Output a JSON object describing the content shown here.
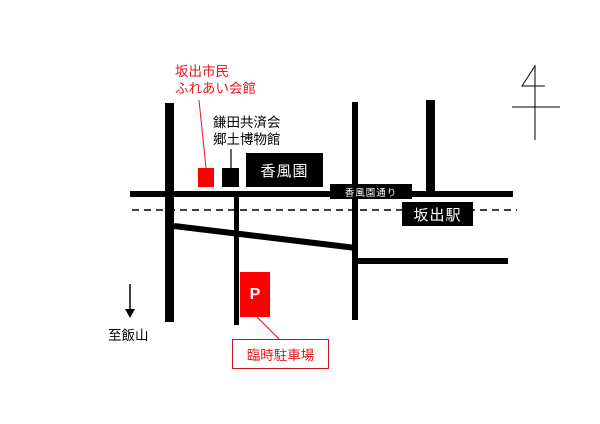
{
  "map": {
    "colors": {
      "road": "#000000",
      "highlight": "#ff0000",
      "background": "#ffffff",
      "label_red": "#e8141a"
    },
    "landmarks": {
      "community_hall": {
        "line1": "坂出市民",
        "line2": "ふれあい会館"
      },
      "museum": {
        "line1": "鎌田共済会",
        "line2": "郷土博物館"
      },
      "kofuen": "香風園",
      "station": "坂出駅"
    },
    "roads": {
      "kofuen_street": "香風園通り"
    },
    "direction": {
      "to_iiyama": "至飯山",
      "arrow": "down-arrow-icon"
    },
    "parking": {
      "symbol": "P",
      "label": "臨時駐車場"
    },
    "north_arrow": {
      "icon": "north-arrow-icon"
    }
  }
}
